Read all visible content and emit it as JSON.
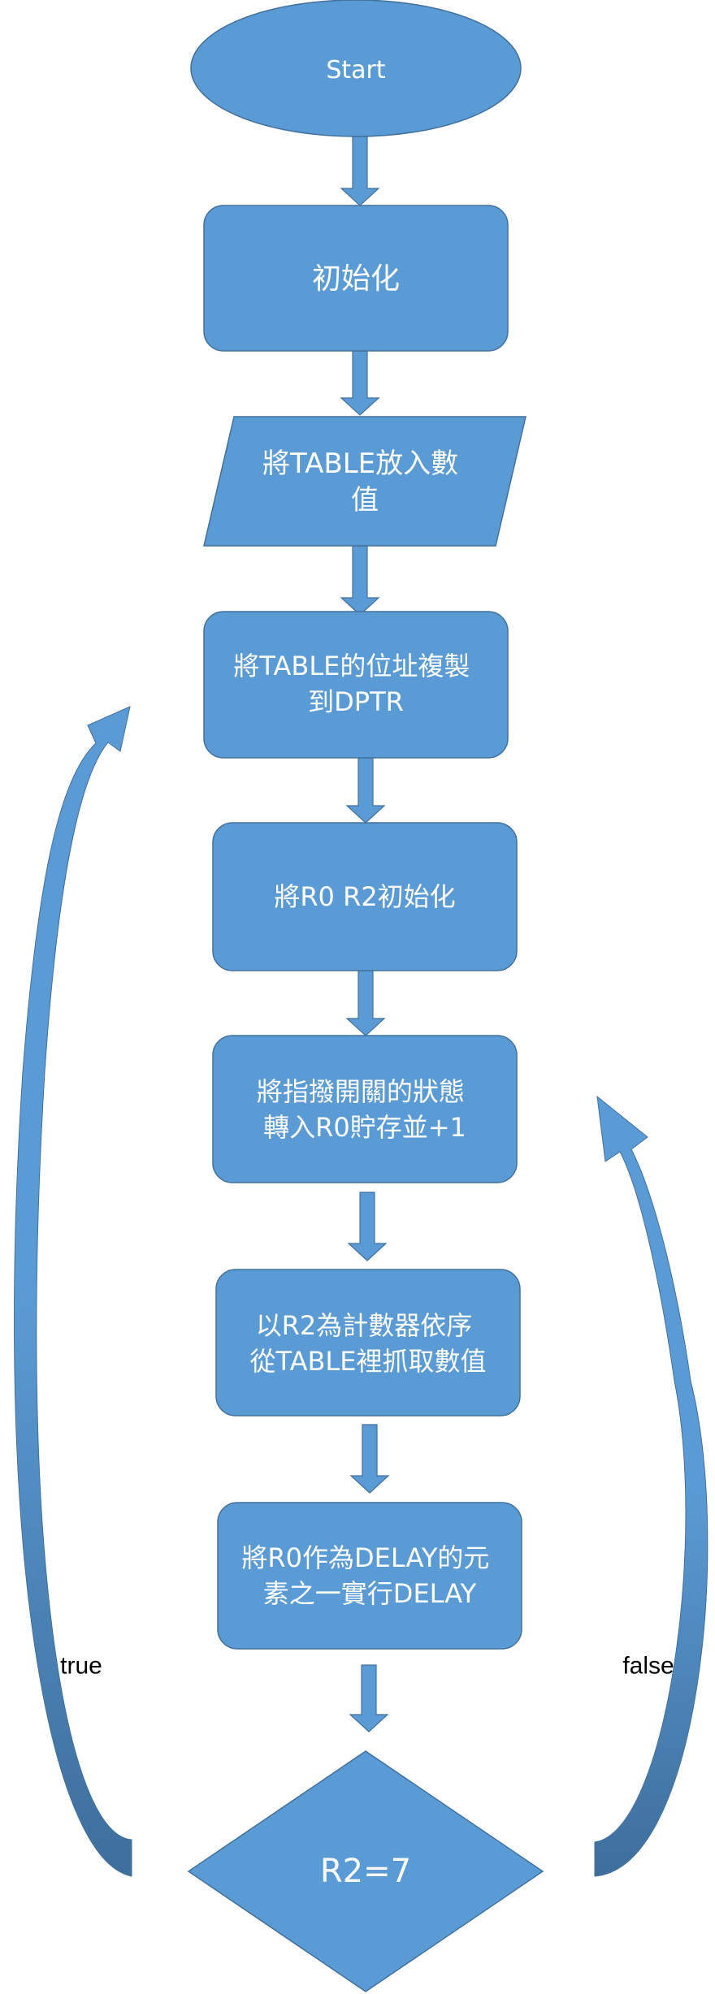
{
  "colors": {
    "fill": "#5B9BD5",
    "stroke": "#41719C",
    "text": "#FFFFFF",
    "curve_dark": "#3E6E9C",
    "label": "#000000"
  },
  "nodes": [
    {
      "id": "start",
      "shape": "ellipse",
      "lines": [
        "Start"
      ]
    },
    {
      "id": "init",
      "shape": "rounded-rect",
      "lines": [
        "初始化"
      ]
    },
    {
      "id": "table-load",
      "shape": "parallelogram",
      "lines": [
        "將TABLE放入數",
        "值"
      ]
    },
    {
      "id": "copy-dptr",
      "shape": "rounded-rect",
      "lines": [
        "將TABLE的位址複製",
        "到DPTR"
      ]
    },
    {
      "id": "init-r0-r2",
      "shape": "rounded-rect",
      "lines": [
        "將R0 R2初始化"
      ]
    },
    {
      "id": "read-switch",
      "shape": "rounded-rect",
      "lines": [
        "將指撥開關的狀態",
        "轉入R0貯存並+1"
      ]
    },
    {
      "id": "fetch-table",
      "shape": "rounded-rect",
      "lines": [
        "以R2為計數器依序",
        "從TABLE裡抓取數值"
      ]
    },
    {
      "id": "delay",
      "shape": "rounded-rect",
      "lines": [
        "將R0作為DELAY的元",
        "素之一實行DELAY"
      ]
    },
    {
      "id": "decision",
      "shape": "diamond",
      "lines": [
        "R2=7"
      ]
    }
  ],
  "edges": [
    {
      "from": "start",
      "to": "init"
    },
    {
      "from": "init",
      "to": "table-load"
    },
    {
      "from": "table-load",
      "to": "copy-dptr"
    },
    {
      "from": "copy-dptr",
      "to": "init-r0-r2"
    },
    {
      "from": "init-r0-r2",
      "to": "read-switch"
    },
    {
      "from": "read-switch",
      "to": "fetch-table"
    },
    {
      "from": "fetch-table",
      "to": "delay"
    },
    {
      "from": "delay",
      "to": "decision"
    },
    {
      "from": "decision",
      "to": "copy-dptr",
      "label": "true"
    },
    {
      "from": "decision",
      "to": "read-switch",
      "label": "false"
    }
  ]
}
